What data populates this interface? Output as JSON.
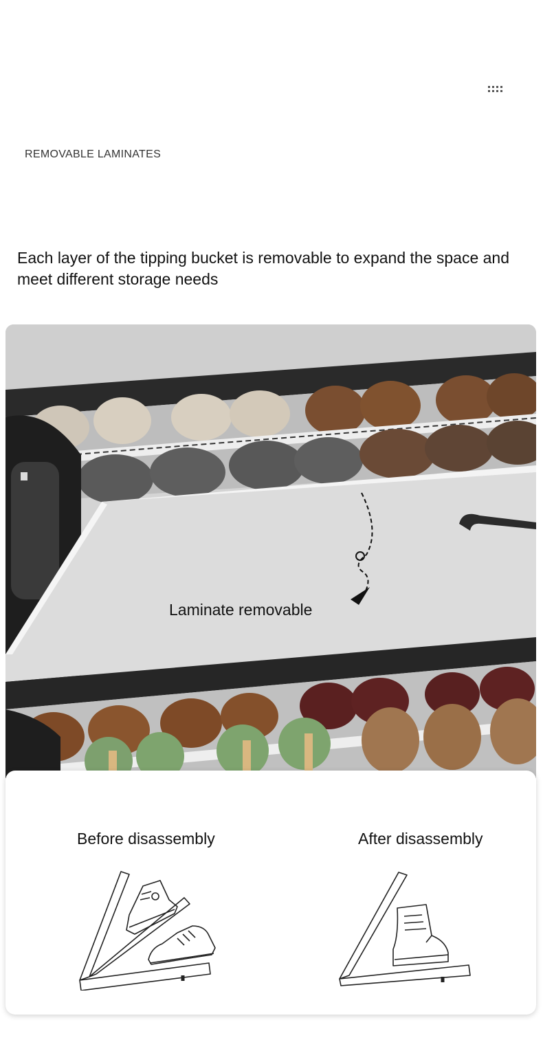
{
  "header": {
    "menu_icon": "dots-grid-icon",
    "section_label": "REMOVABLE LAMINATES"
  },
  "headline": "Each layer of the tipping bucket is removable to expand the space and meet different storage needs",
  "photo": {
    "caption": "Laminate removable",
    "arrow_icon": "dashed-curved-arrow-icon"
  },
  "comparison": {
    "before": {
      "title": "Before disassembly",
      "icons": [
        "high-top-sneaker-icon",
        "running-shoe-icon"
      ]
    },
    "after": {
      "title": "After disassembly",
      "icons": [
        "boot-icon"
      ]
    }
  },
  "colors": {
    "background": "#ffffff",
    "text": "#111111",
    "cabinet_gray": "#d2d2d2",
    "cabinet_dark": "#2a2a2a"
  }
}
